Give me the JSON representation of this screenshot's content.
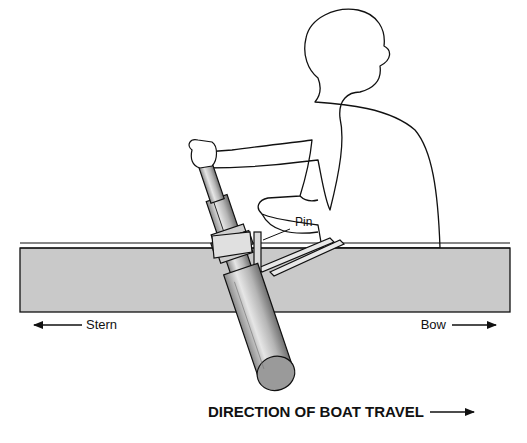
{
  "diagram": {
    "labels": [
      "Pin",
      "Stern",
      "Bow",
      "DIRECTION OF BOAT TRAVEL"
    ]
  }
}
